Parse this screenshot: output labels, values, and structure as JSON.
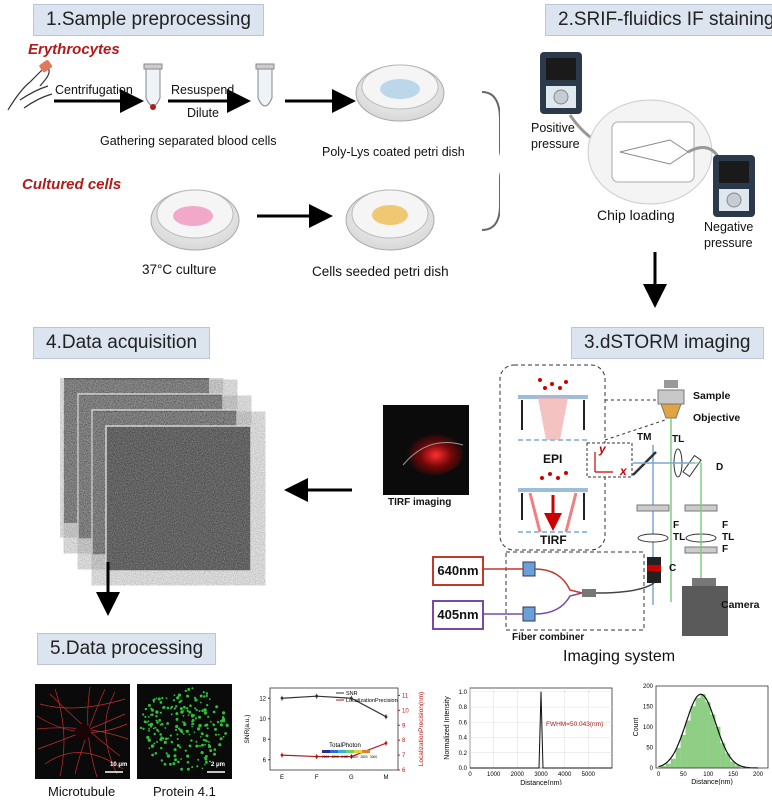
{
  "sections": {
    "s1": "1.Sample preprocessing",
    "s2": "2.SRIF-fluidics IF staining",
    "s3": "3.dSTORM imaging",
    "s4": "4.Data acquisition",
    "s5": "5.Data processing"
  },
  "prep": {
    "erythrocytes": "Erythrocytes",
    "cultured": "Cultured cells",
    "centrifugation": "Centrifugation",
    "resuspend": "Resuspend",
    "dilute": "Dilute",
    "gathering": "Gathering separated blood cells",
    "polylys": "Poly-Lys coated petri dish",
    "culture": "37°C culture",
    "seeded": "Cells seeded petri dish"
  },
  "staining": {
    "positive": "Positive\npressure",
    "negative": "Negative\npressure",
    "chip": "Chip loading"
  },
  "imaging": {
    "sample": "Sample",
    "objective": "Objective",
    "epi": "EPI",
    "tirf": "TIRF",
    "tirf_imaging": "TIRF imaging",
    "tm": "TM",
    "tl": "TL",
    "d": "D",
    "f": "F",
    "c": "C",
    "camera": "Camera",
    "laser1": "640nm",
    "laser2": "405nm",
    "fiber": "Fiber combiner",
    "system": "Imaging system",
    "axis_y": "y",
    "axis_x": "x"
  },
  "processing": {
    "microtubule": "Microtubule",
    "protein": "Protein 4.1",
    "scale1": "10 μm",
    "scale2": "2 μm"
  },
  "colors": {
    "section_bg": "#dce4f0",
    "accent_red": "#b21b1b",
    "laser640": "#c0392b",
    "laser405": "#7a4aa0"
  },
  "chart_data": [
    {
      "type": "line",
      "categories": [
        "E",
        "F",
        "G",
        "M"
      ],
      "ylabel": "SNR(a.u.)",
      "ylabel2": "LocalizationPrecision(nm)",
      "ylim": [
        5,
        13
      ],
      "y2lim": [
        6,
        11.5
      ],
      "yticks": [
        "6",
        "8",
        "10",
        "12"
      ],
      "y2ticks": [
        "6",
        "7",
        "8",
        "9",
        "10",
        "11"
      ],
      "series": [
        {
          "name": "SNR",
          "values": [
            12.0,
            12.2,
            12.0,
            10.2
          ]
        },
        {
          "name": "LocalizationPrecision",
          "values": [
            7.0,
            6.9,
            6.9,
            7.8
          ]
        }
      ],
      "colorbar_label": "TotalPhoton",
      "colorbar_ticks": [
        "2000",
        "2200",
        "2400",
        "2600",
        "2800",
        "3000"
      ]
    },
    {
      "type": "line",
      "xlabel": "Distance(nm)",
      "ylabel": "Normalized Intensity",
      "xlim": [
        0,
        6000
      ],
      "ylim": [
        0,
        1.05
      ],
      "xticks": [
        "0",
        "1000",
        "2000",
        "3000",
        "4000",
        "5000"
      ],
      "yticks": [
        "0.0",
        "0.2",
        "0.4",
        "0.6",
        "0.8",
        "1.0"
      ],
      "peak_x": 3000,
      "annotation": "FWHM=50.043(nm)"
    },
    {
      "type": "bar",
      "xlabel": "Distance(nm)",
      "ylabel": "Count",
      "xlim": [
        -5,
        220
      ],
      "ylim": [
        0,
        200
      ],
      "xticks": [
        "0",
        "50",
        "100",
        "150",
        "200"
      ],
      "yticks": [
        "0",
        "50",
        "100",
        "150",
        "200"
      ],
      "bins": [
        10,
        20,
        30,
        40,
        50,
        60,
        70,
        80,
        90,
        100,
        110,
        120,
        130,
        140,
        150,
        160
      ],
      "values": [
        4,
        10,
        22,
        48,
        80,
        115,
        150,
        170,
        180,
        160,
        130,
        100,
        60,
        35,
        15,
        6
      ],
      "fit_mean": 85,
      "fit_sd": 30,
      "fit_peak": 180
    }
  ]
}
